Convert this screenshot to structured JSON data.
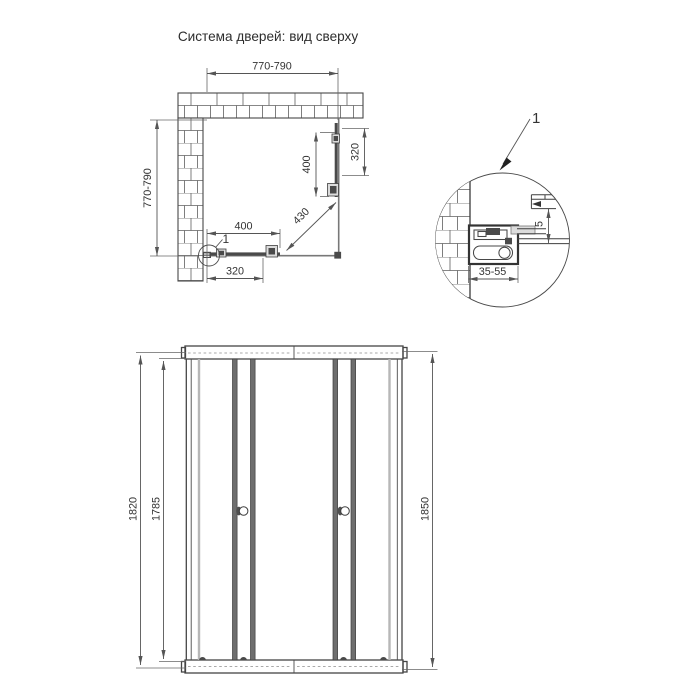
{
  "title": "Система дверей: вид сверху",
  "colors": {
    "line": "#454545",
    "dim_line": "#555555",
    "text": "#333333",
    "door_dark": "#4a4a4a",
    "glass_light": "#b7b7b7"
  },
  "top_view": {
    "dim_width_top": "770-790",
    "dim_depth_left": "770-790",
    "dim_right_door": "400",
    "dim_right_panel": "320",
    "dim_bottom_door": "400",
    "dim_bottom_panel": "320",
    "dim_diagonal": "430",
    "detail_callout": "1"
  },
  "detail_view": {
    "callout": "1",
    "dim_profile_adjustment": "35-55",
    "dim_gap": "5"
  },
  "front_view": {
    "dim_glass_height": "1820",
    "dim_inner_height": "1785",
    "dim_total_height": "1850"
  }
}
